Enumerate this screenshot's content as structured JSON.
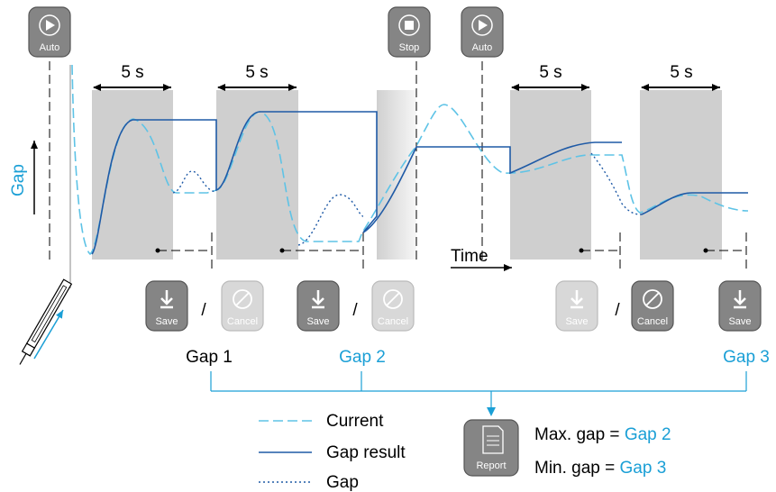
{
  "colors": {
    "accent": "#1a9fd6",
    "dark_blue": "#1f5aa6",
    "light_blue": "#5ec3e6",
    "button_gray": "#858585",
    "button_faded": "#d8d8d8",
    "window_gray": "#cfcfcf"
  },
  "buttons": {
    "auto": "Auto",
    "stop": "Stop",
    "save": "Save",
    "cancel": "Cancel",
    "report": "Report"
  },
  "axis": {
    "y_label": "Gap",
    "x_label": "Time"
  },
  "window_duration": "5 s",
  "gap_labels": [
    "Gap 1",
    "Gap 2",
    "Gap 3"
  ],
  "legend": {
    "current": "Current",
    "gap_result": "Gap result",
    "gap": "Gap"
  },
  "report": {
    "max_prefix": "Max. gap =",
    "max_value": "Gap 2",
    "min_prefix": "Min. gap =",
    "min_value": "Gap 3"
  }
}
